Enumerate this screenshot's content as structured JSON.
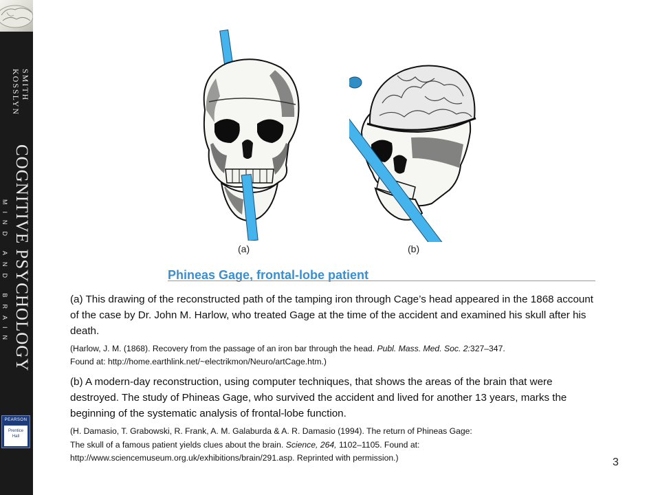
{
  "spine": {
    "author1": "SMITH",
    "author2": "KOSSLYN",
    "title": "COGNITIVE PSYCHOLOGY",
    "subtitle": "MIND AND BRAIN",
    "publisher_top": "PEARSON",
    "publisher_bottom1": "Prentice",
    "publisher_bottom2": "Hall"
  },
  "figure": {
    "label_a": "(a)",
    "label_b": "(b)",
    "rod_color": "#46b4ec"
  },
  "caption": {
    "title": "Phineas Gage, frontal-lobe patient",
    "title_color": "#3a8fd0",
    "para_a": "(a) This drawing of the reconstructed path of the tamping iron through Cage’s head appeared in the 1868 account of the case by Dr. John M. Harlow, who treated Gage at the time of the accident and examined his skull after his death.",
    "ref_a_1": "(Harlow, J. M. (1868). Recovery from the passage of an iron bar through the head.",
    "ref_a_journal": "Publ. Mass. Med. Soc. 2:",
    "ref_a_2": "327–347.",
    "ref_a_3": "Found at: http://home.earthlink.net/~electrikmon/Neuro/artCage.htm.)",
    "para_b": "(b) A modern-day reconstruction, using computer techniques, that shows the areas of the brain that were destroyed. The study of Phineas Gage, who survived the accident and lived for another 13 years, marks the beginning of the systematic analysis of frontal-lobe function.",
    "ref_b_1": "(H. Damasio, T. Grabowski, R. Frank, A. M. Galaburda & A. R. Damasio (1994). The return of Phineas Gage:",
    "ref_b_2": "The skull of a famous patient yields clues about the brain.",
    "ref_b_journal": "Science, 264,",
    "ref_b_3": "1102–1105. Found at:",
    "ref_b_4": "http://www.sciencemuseum.org.uk/exhibitions/brain/291.asp. Reprinted with permission.)"
  },
  "page_number": "3"
}
